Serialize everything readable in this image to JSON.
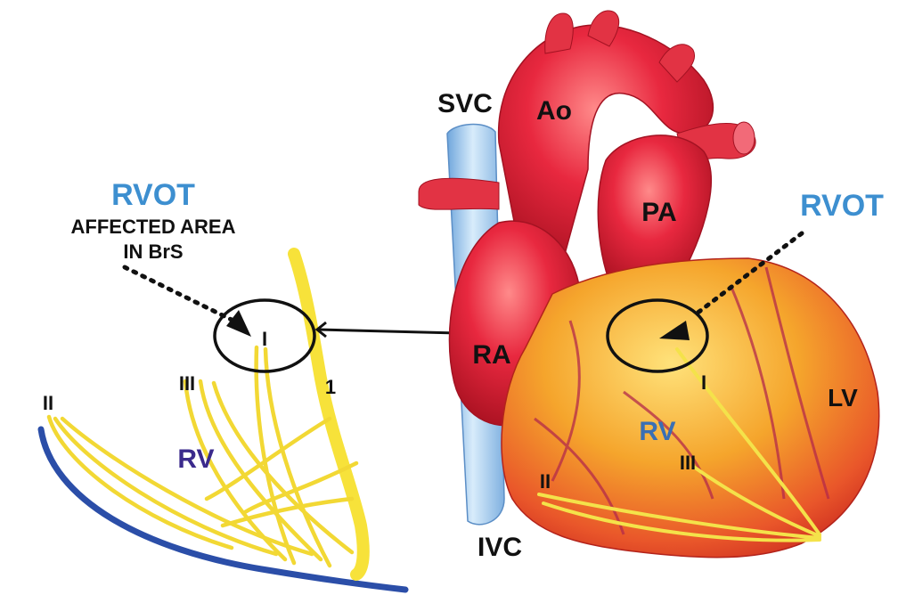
{
  "labels": {
    "rvot_left": "RVOT",
    "affected_line1": "AFFECTED AREA",
    "affected_line2": "IN BrS",
    "roman_I_left": "I",
    "roman_III_left": "III",
    "roman_II_left": "II",
    "number_1": "1",
    "rv_left": "RV",
    "svc": "SVC",
    "ao": "Ao",
    "pa": "PA",
    "rvot_right": "RVOT",
    "ra": "RA",
    "roman_I_right": "I",
    "lv": "LV",
    "rv_right": "RV",
    "roman_III_right": "III",
    "roman_II_right": "II",
    "ivc": "IVC"
  },
  "colors": {
    "rvot_blue": "#3d8fd0",
    "rv_left_purple": "#3b2a8c",
    "rv_right_blue": "#3a6fb4",
    "fiber_yellow": "#f7e23a",
    "wall_blue": "#2b4ea8",
    "vein_blue": "#9ec6ec",
    "heart_red": "#e0243a",
    "muscle_orange": "#f08a22"
  }
}
